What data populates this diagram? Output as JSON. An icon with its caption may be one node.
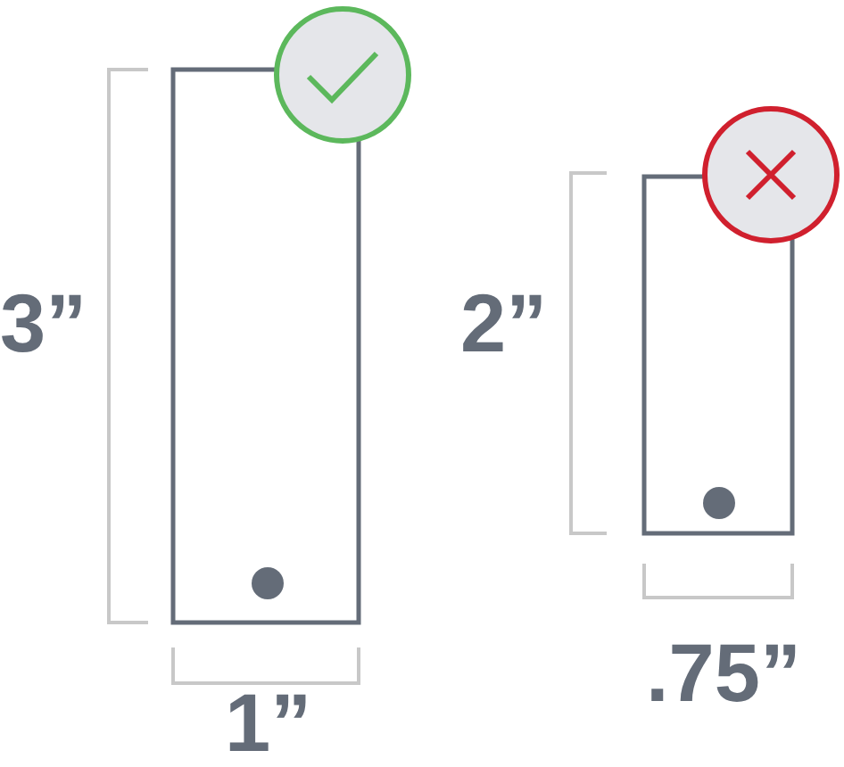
{
  "diagram": {
    "labels": [
      "3”",
      "1”",
      "2”",
      ".75”"
    ]
  }
}
